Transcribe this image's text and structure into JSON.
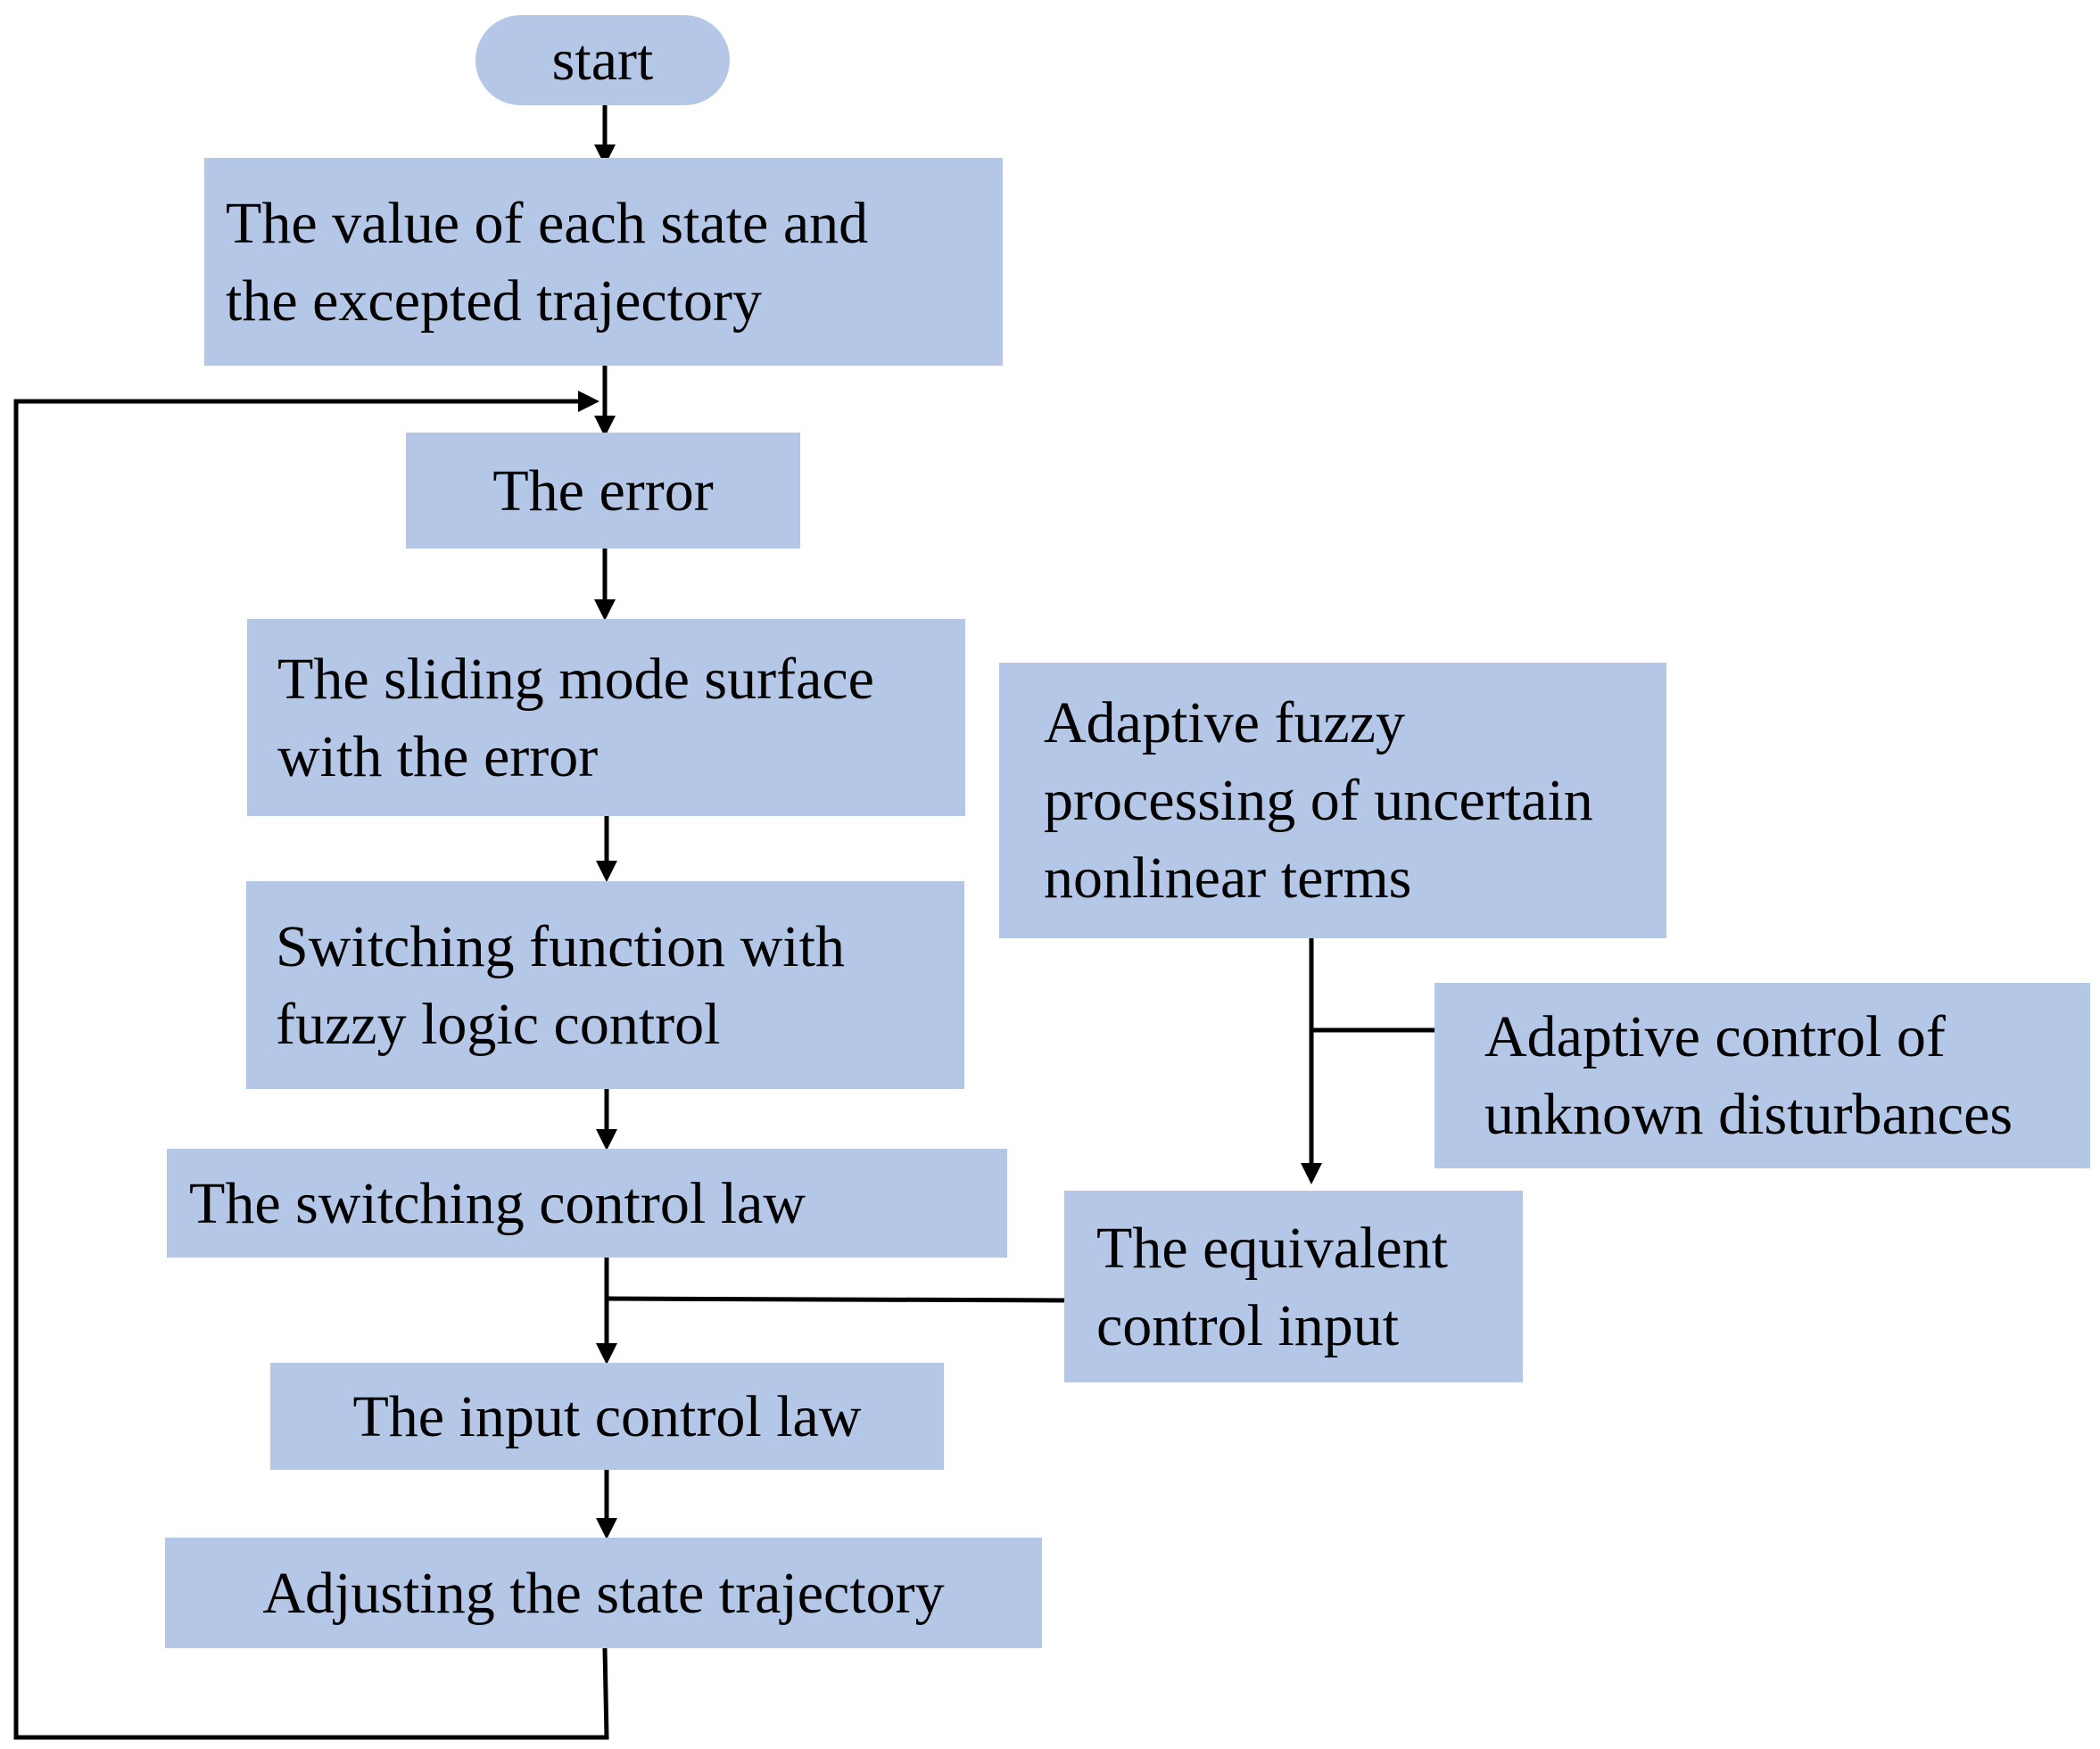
{
  "colors": {
    "box_fill": "#b4c7e7",
    "line": "#000000",
    "text": "#000000",
    "background": "#ffffff"
  },
  "nodes": {
    "start": {
      "label": "start"
    },
    "state_values": {
      "label": "The value of each state and\nthe excepted trajectory"
    },
    "error": {
      "label": "The error"
    },
    "sliding_surface": {
      "label": "The sliding mode surface\nwith the error"
    },
    "switching_function": {
      "label": "Switching function with\nfuzzy logic control"
    },
    "switching_law": {
      "label": "The switching control law"
    },
    "input_law": {
      "label": "The input control law"
    },
    "adjusting": {
      "label": "Adjusting the state trajectory"
    },
    "adaptive_fuzzy": {
      "label": "Adaptive fuzzy\nprocessing of uncertain\nnonlinear terms"
    },
    "adaptive_disturbance": {
      "label": "Adaptive control of\nunknown disturbances"
    },
    "equivalent_input": {
      "label": "The equivalent\ncontrol input"
    }
  },
  "edges": [
    {
      "from": "start",
      "to": "state_values",
      "arrow": true
    },
    {
      "from": "state_values",
      "to": "error",
      "arrow": true
    },
    {
      "from": "error",
      "to": "sliding_surface",
      "arrow": true
    },
    {
      "from": "sliding_surface",
      "to": "switching_function",
      "arrow": true
    },
    {
      "from": "switching_function",
      "to": "switching_law",
      "arrow": true
    },
    {
      "from": "switching_law",
      "to": "input_law",
      "arrow": true
    },
    {
      "from": "equivalent_input",
      "to": "input_law",
      "arrow": false
    },
    {
      "from": "input_law",
      "to": "adjusting",
      "arrow": true
    },
    {
      "from": "adjusting",
      "to": "error",
      "arrow": true
    },
    {
      "from": "adaptive_fuzzy",
      "to": "equivalent_input",
      "arrow": true
    },
    {
      "from": "adaptive_disturbance",
      "to": "equivalent_input",
      "arrow": false
    }
  ]
}
